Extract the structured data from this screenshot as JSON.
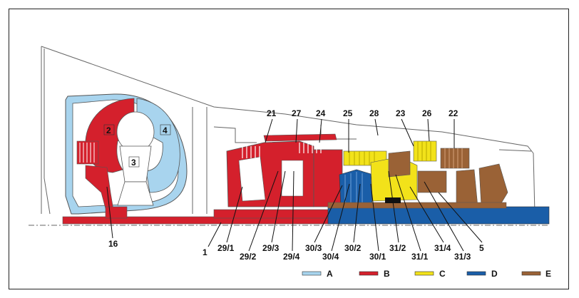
{
  "diagram": {
    "callouts_top": [
      "21",
      "27",
      "24",
      "25",
      "28",
      "23",
      "26",
      "22"
    ],
    "callouts_inner": [
      "2",
      "3",
      "4"
    ],
    "callouts_bottom": [
      "16",
      "1",
      "29/1",
      "29/2",
      "29/3",
      "29/4",
      "30/3",
      "30/4",
      "30/2",
      "30/1",
      "31/2",
      "31/1",
      "31/4",
      "31/3",
      "5"
    ]
  },
  "legend": [
    {
      "label": "A",
      "color": "#a8d4ee"
    },
    {
      "label": "B",
      "color": "#d4202c"
    },
    {
      "label": "C",
      "color": "#f2e21a"
    },
    {
      "label": "D",
      "color": "#1a5ea8"
    },
    {
      "label": "E",
      "color": "#9a6236"
    }
  ]
}
